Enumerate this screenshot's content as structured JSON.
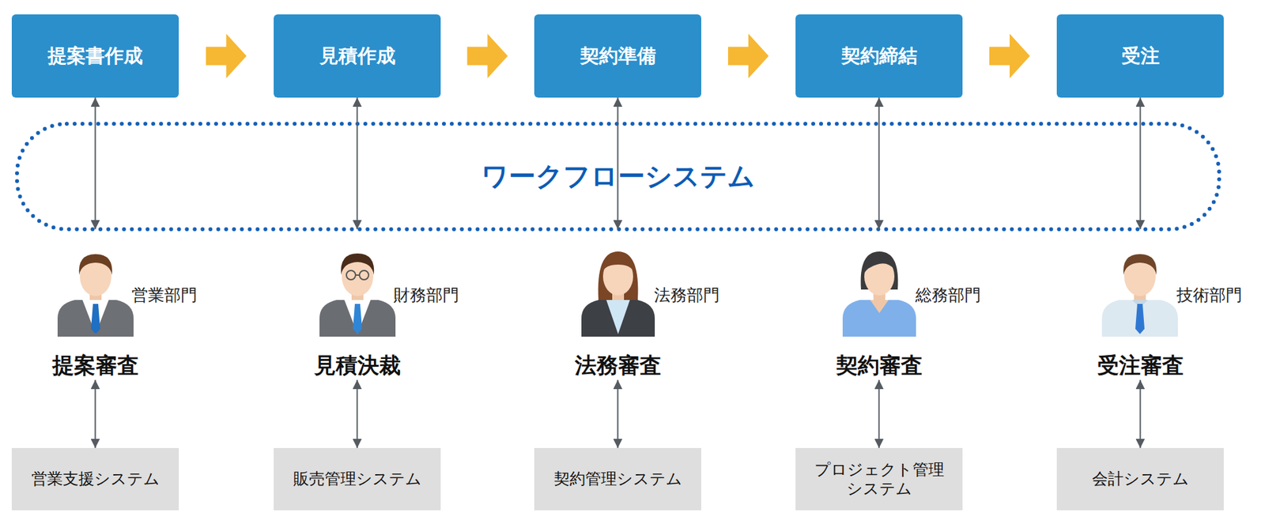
{
  "diagram": {
    "nodes": [
      {
        "text": [
          "提案書作成"
        ]
      },
      {
        "text": [
          "見積作成"
        ]
      },
      {
        "text": [
          "契約準備"
        ]
      },
      {
        "text": [
          "契約締結"
        ]
      },
      {
        "text": [
          "受注"
        ]
      },
      {
        "text": [
          "ワークフローシステム"
        ]
      },
      {
        "text": [
          "営業部門",
          "提案審査"
        ]
      },
      {
        "text": [
          "財務部門",
          "見積決裁"
        ]
      },
      {
        "text": [
          "法務部門",
          "法務審査"
        ]
      },
      {
        "text": [
          "総務部門",
          "契約審査"
        ]
      },
      {
        "text": [
          "技術部門",
          "受注審査"
        ]
      },
      {
        "text": [
          "営業支援システム"
        ]
      },
      {
        "text": [
          "販売管理システム"
        ]
      },
      {
        "text": [
          "契約管理システム"
        ]
      },
      {
        "text": [
          "プロジェクト管理 システム"
        ]
      },
      {
        "text": [
          "会計システム"
        ]
      }
    ],
    "edges": [
      {
        "from": 0,
        "to": 1,
        "arrow": "to"
      },
      {
        "from": 1,
        "to": 2,
        "arrow": "to"
      },
      {
        "from": 2,
        "to": 3,
        "arrow": "to"
      },
      {
        "from": 3,
        "to": 4,
        "arrow": "to"
      },
      {
        "from": 0,
        "to": 6,
        "arrow": "both"
      },
      {
        "from": 1,
        "to": 7,
        "arrow": "both"
      },
      {
        "from": 2,
        "to": 8,
        "arrow": "both"
      },
      {
        "from": 3,
        "to": 9,
        "arrow": "both"
      },
      {
        "from": 4,
        "to": 10,
        "arrow": "both"
      },
      {
        "from": 6,
        "to": 11,
        "arrow": "both"
      },
      {
        "from": 7,
        "to": 12,
        "arrow": "both"
      },
      {
        "from": 8,
        "to": 13,
        "arrow": "both"
      },
      {
        "from": 9,
        "to": 14,
        "arrow": "both"
      },
      {
        "from": 10,
        "to": 15,
        "arrow": "both"
      }
    ]
  }
}
